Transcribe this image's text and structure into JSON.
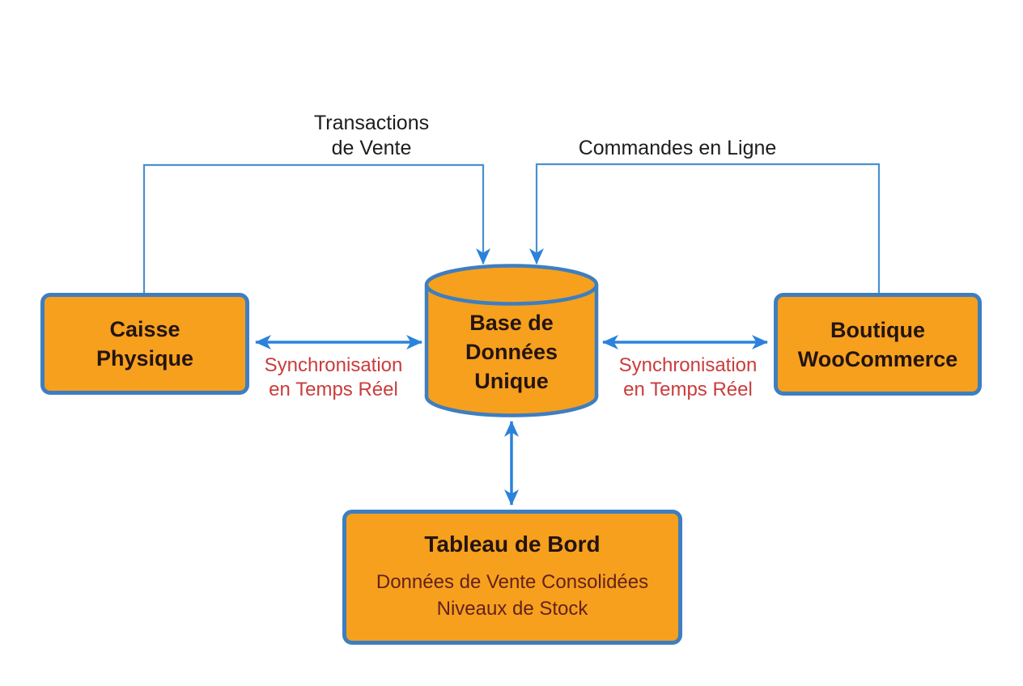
{
  "colors": {
    "background": "#FFFFFF",
    "node_fill": "#F6A01E",
    "node_border": "#3E7EC0",
    "arrow_blue": "#2B82DA",
    "wire_blue": "#4A90CE",
    "title_text": "#241410",
    "plain_label": "#1D1D1D",
    "sync_label": "#CA3C3C",
    "subtitle_text": "#64221A"
  },
  "nodes": {
    "caisse": {
      "lines": [
        "Caisse",
        "Physique"
      ]
    },
    "database": {
      "lines": [
        "Base de",
        "Données",
        "Unique"
      ]
    },
    "boutique": {
      "lines": [
        "Boutique",
        "WooCommerce"
      ]
    },
    "dashboard": {
      "title": "Tableau de Bord",
      "details": [
        "Données de Vente Consolidées",
        "Niveaux de Stock"
      ]
    }
  },
  "edges": {
    "transactions": {
      "label": [
        "Transactions",
        "de Vente"
      ]
    },
    "commandes": {
      "label": "Commandes en Ligne"
    },
    "sync_left": {
      "label": [
        "Synchronisation",
        "en Temps Réel"
      ]
    },
    "sync_right": {
      "label": [
        "Synchronisation",
        "en Temps Réel"
      ]
    }
  }
}
